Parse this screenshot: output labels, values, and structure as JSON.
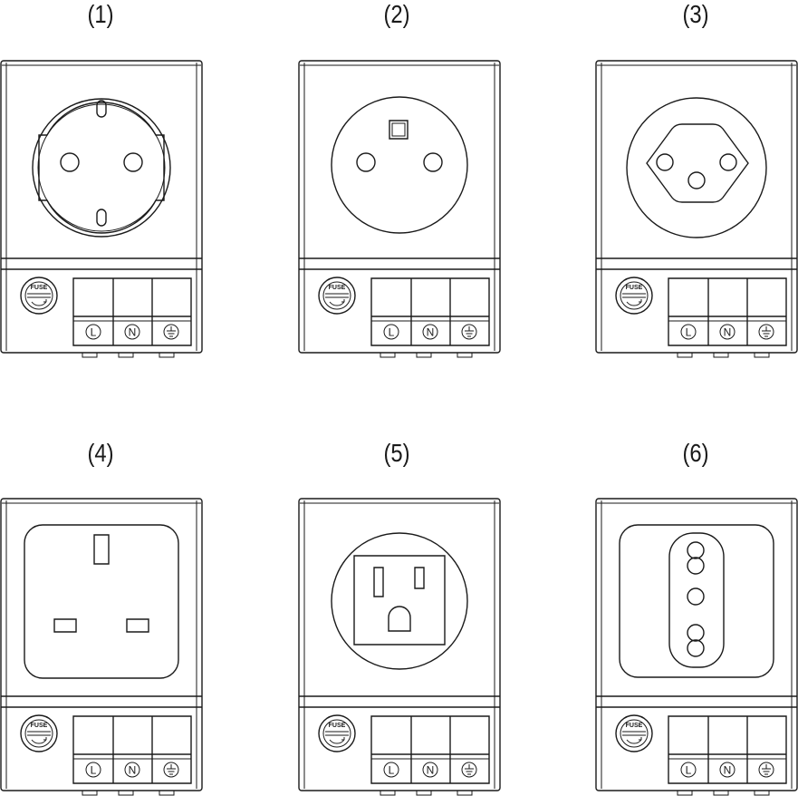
{
  "line_color": "#1a1a1a",
  "modules": [
    {
      "label": "(1)",
      "socket": "schuko-socket",
      "fuse_text": "FUSE",
      "terminals": [
        "L",
        "N",
        "earth"
      ]
    },
    {
      "label": "(2)",
      "socket": "french-socket",
      "fuse_text": "FUSE",
      "terminals": [
        "L",
        "N",
        "earth"
      ]
    },
    {
      "label": "(3)",
      "socket": "swiss-socket",
      "fuse_text": "FUSE",
      "terminals": [
        "L",
        "N",
        "earth"
      ]
    },
    {
      "label": "(4)",
      "socket": "uk-socket",
      "fuse_text": "FUSE",
      "terminals": [
        "L",
        "N",
        "earth"
      ]
    },
    {
      "label": "(5)",
      "socket": "us-socket",
      "fuse_text": "FUSE",
      "terminals": [
        "L",
        "N",
        "earth"
      ]
    },
    {
      "label": "(6)",
      "socket": "italian-socket",
      "fuse_text": "FUSE",
      "terminals": [
        "L",
        "N",
        "earth"
      ]
    }
  ]
}
